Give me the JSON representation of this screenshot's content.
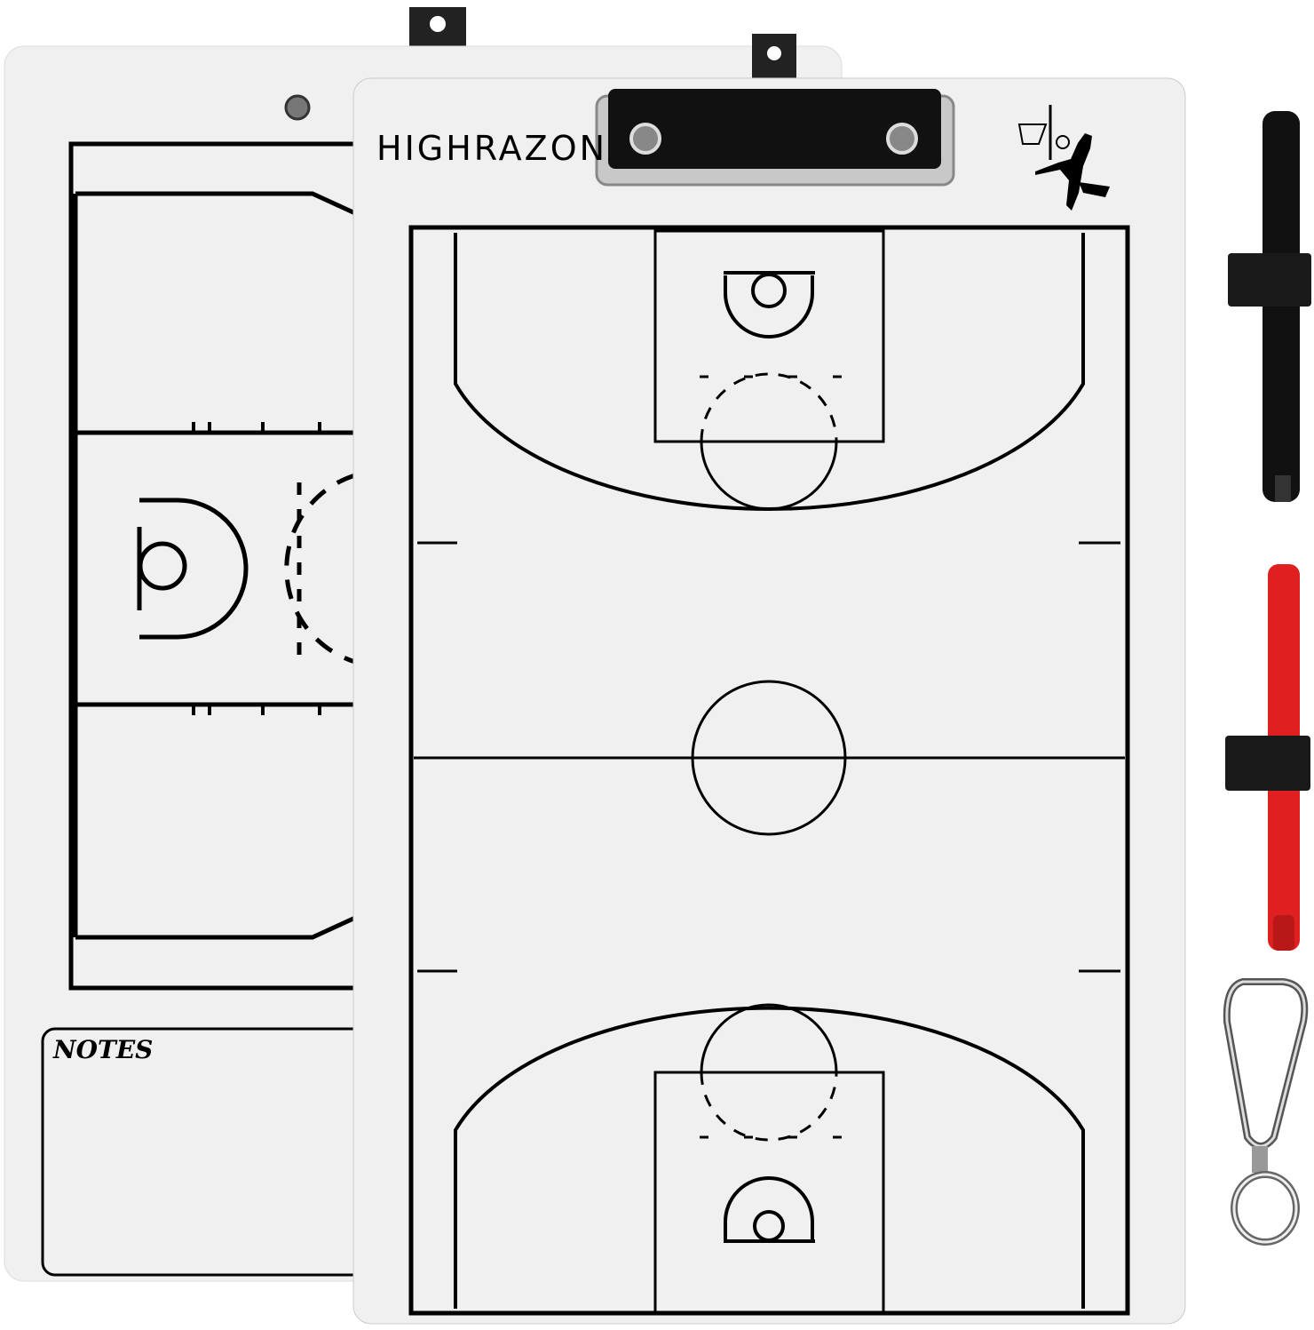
{
  "product": {
    "brand_logo": "HIGHRAZON",
    "notes_label": "NOTES",
    "board_color": "#f0f0f0",
    "line_color": "#000000",
    "pens": [
      {
        "color": "#111111"
      },
      {
        "color": "#e02020"
      }
    ],
    "accessories": [
      "black-marker",
      "red-marker",
      "carabiner-keyring"
    ]
  }
}
